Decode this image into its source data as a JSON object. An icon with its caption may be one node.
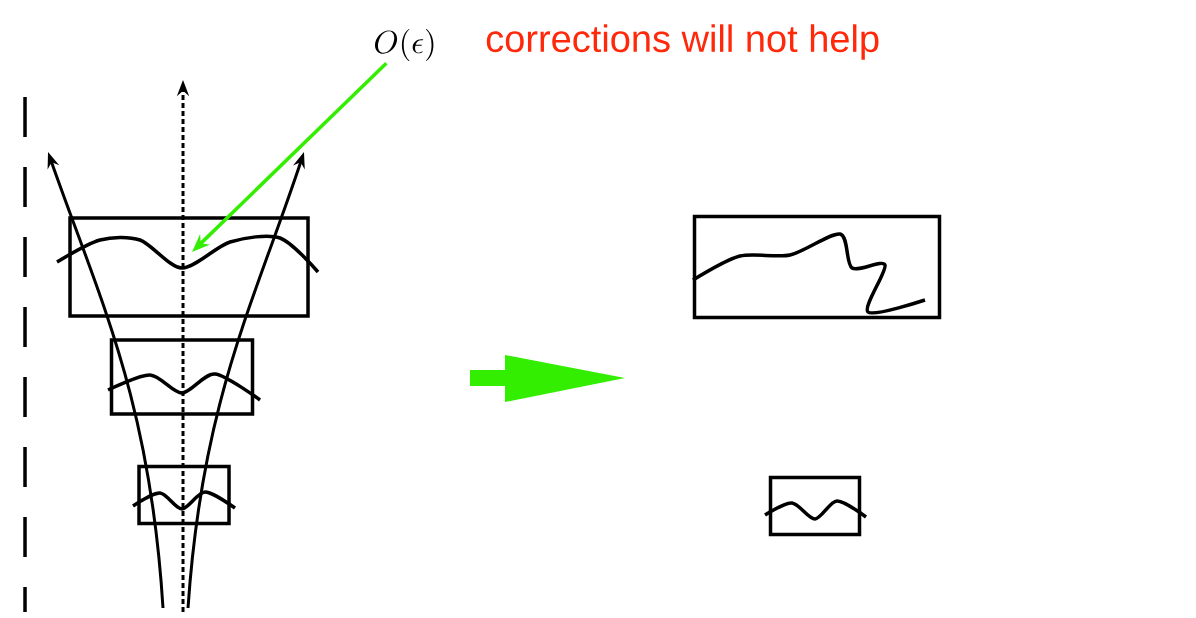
{
  "diagram": {
    "nodes": [
      {
        "text": [
          "O(\\epsilon)"
        ]
      },
      {
        "text": [],
        "shape": "box"
      },
      {
        "text": [],
        "shape": "box"
      },
      {
        "text": [],
        "shape": "box"
      },
      {
        "text": [],
        "shape": "box"
      },
      {
        "text": [],
        "shape": "box"
      }
    ],
    "edges": [
      {
        "from": 0,
        "to": 1,
        "arrow": "to",
        "color": "#33ee00"
      }
    ],
    "labels": [
      "corrections will not help"
    ]
  }
}
